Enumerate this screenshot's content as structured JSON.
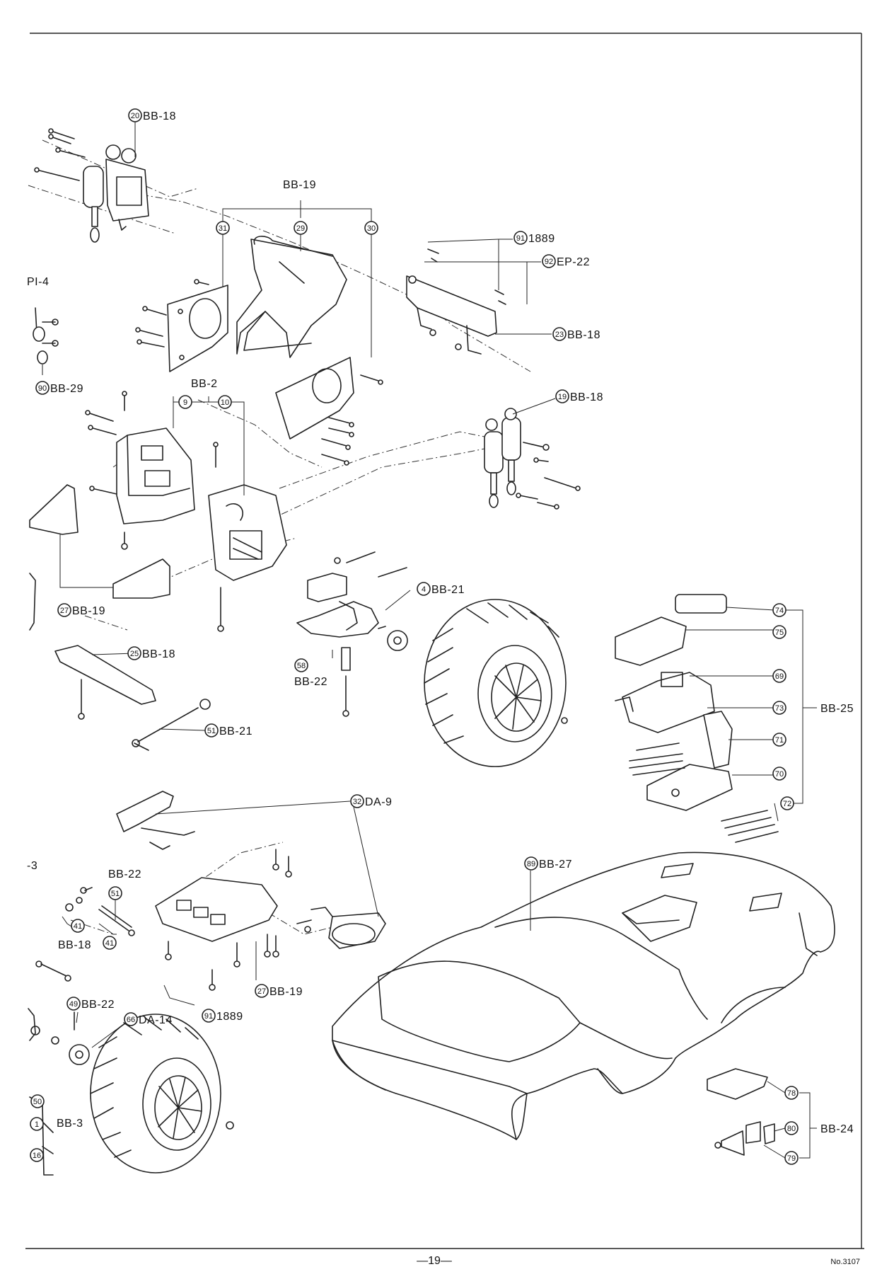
{
  "page": {
    "number": "—19—",
    "code": "No.3107"
  },
  "labels": {
    "l20": "BB-18",
    "l19top": "BB-19",
    "l91a": "1889",
    "l92": "EP-22",
    "lpi4": "PI-4",
    "l23": "BB-18",
    "l90": "BB-29",
    "lbb2": "BB-2",
    "l19": "BB-18",
    "l4": "BB-21",
    "l27a": "BB-19",
    "l25": "BB-18",
    "l58": "BB-22",
    "l51a": "BB-21",
    "lbb25": "BB-25",
    "l32": "DA-9",
    "l3": "-3",
    "lbb22": "BB-22",
    "lbb18": "BB-18",
    "l89": "BB-27",
    "l27b": "BB-19",
    "l91b": "1889",
    "l49": "BB-22",
    "l66": "DA-14",
    "lbb24": "BB-24",
    "lbb3": "BB-3"
  },
  "callouts": {
    "c20": "20",
    "c31": "31",
    "c29": "29",
    "c30": "30",
    "c91a": "91",
    "c92": "92",
    "c23": "23",
    "c90": "90",
    "c9": "9",
    "c10": "10",
    "c19": "19",
    "c4": "4",
    "c27a": "27",
    "c25": "25",
    "c58": "58",
    "c51a": "51",
    "c74": "74",
    "c75": "75",
    "c69": "69",
    "c73": "73",
    "c71": "71",
    "c70": "70",
    "c72": "72",
    "c32": "32",
    "c51b": "51",
    "c41a": "41",
    "c41b": "41",
    "c89": "89",
    "c27b": "27",
    "c91b": "91",
    "c49": "49",
    "c66": "66",
    "c78": "78",
    "c80": "80",
    "c79": "79",
    "c50": "50",
    "c1": "1",
    "c16": "16"
  }
}
